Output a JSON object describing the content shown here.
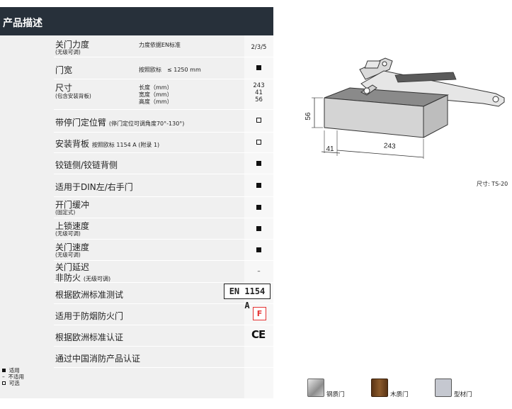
{
  "header": {
    "title": "产品描述"
  },
  "rows": [
    {
      "label": "关门力度",
      "sub": "(无级可调)",
      "note": "力度依据EN标准",
      "value": "2/3/5"
    },
    {
      "label": "门宽",
      "note": "按照欧标　≤ 1250 mm",
      "mark": "filled"
    },
    {
      "label": "尺寸",
      "sub": "(包含安装背板)",
      "dims": [
        "长度（mm）",
        "宽度（mm）",
        "高度（mm）"
      ],
      "values": [
        "243",
        "41",
        "56"
      ]
    },
    {
      "label": "带停门定位臂",
      "small": "(停门定位可调角度70°-130°)",
      "mark": "open"
    },
    {
      "label": "安装背板",
      "small": "按照欧标 1154 A (附录 1)",
      "mark": "open"
    },
    {
      "label": "铰链侧/铰链背侧",
      "mark": "filled"
    },
    {
      "label": "适用于DIN左/右手门",
      "mark": "filled"
    },
    {
      "label": "开门缓冲",
      "sub": "(固定式)",
      "mark": "filled"
    },
    {
      "label": "上锁速度",
      "sub": "(无级可调)",
      "mark": "filled"
    },
    {
      "label": "关门速度",
      "sub": "(无级可调)",
      "mark": "filled"
    },
    {
      "label": "关门延迟",
      "label2": "非防火",
      "small2": "(无级可调)",
      "value": "–"
    },
    {
      "label": "根据欧洲标准测试",
      "badge": "EN 1154 A"
    },
    {
      "label": "适用于防烟防火门",
      "badge": "F"
    },
    {
      "label": "根据欧洲标准认证",
      "badge": "CE"
    },
    {
      "label": "通过中国消防产品认证"
    }
  ],
  "legend": [
    {
      "mark": "filled",
      "text": "适用"
    },
    {
      "mark": "dash",
      "text": "不适用"
    },
    {
      "mark": "open",
      "text": "可选"
    }
  ],
  "figure": {
    "caption": "尺寸: TS-20",
    "dims": {
      "height": "56",
      "width": "41",
      "length": "243"
    }
  },
  "door_types": [
    {
      "name": "钢质门",
      "icon": "steel-door-icon",
      "color": "#9a9a9a"
    },
    {
      "name": "木质门",
      "icon": "wood-door-icon",
      "color": "#7a4a22"
    },
    {
      "name": "型材门",
      "icon": "profile-door-icon",
      "color": "#b8bcc6"
    }
  ]
}
